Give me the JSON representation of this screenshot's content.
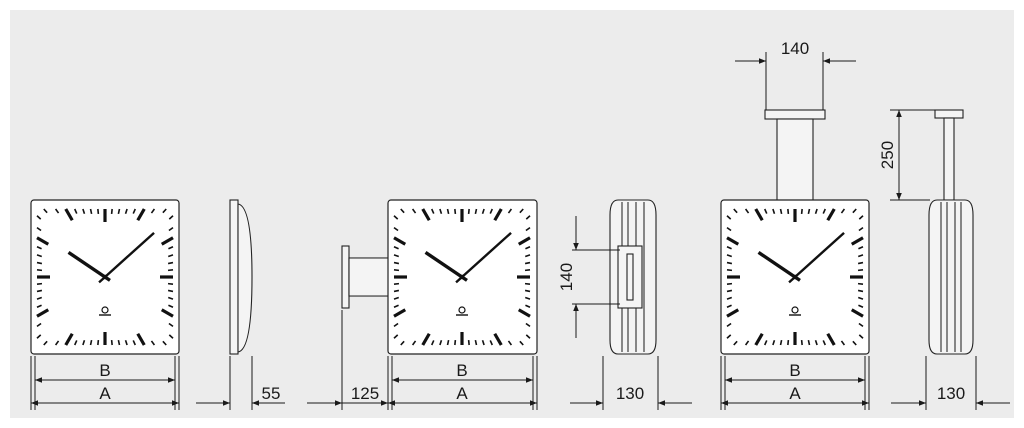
{
  "panel": {
    "background": "#ececec"
  },
  "colors": {
    "stroke": "#1a1a1a",
    "face": "#ffffff",
    "body": "#f4f4f4"
  },
  "icons": [
    "clock-logo-icon",
    "arrow-icon"
  ],
  "views": {
    "wall_front": {
      "dim_B": "B",
      "dim_A": "A"
    },
    "wall_side": {
      "depth": "55"
    },
    "bracket_front": {
      "bracket": "125",
      "dim_B": "B",
      "dim_A": "A"
    },
    "bracket_side": {
      "mount_height": "140",
      "depth": "130"
    },
    "ceiling_front": {
      "mount_width": "140",
      "dim_B": "B",
      "dim_A": "A"
    },
    "ceiling_side": {
      "suspension": "250",
      "depth": "130"
    }
  }
}
